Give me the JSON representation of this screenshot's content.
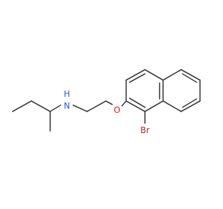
{
  "molecule": {
    "atoms": {
      "nitrogen": {
        "label": "N",
        "hydrogen": "H",
        "color": "#3050f8"
      },
      "oxygen": {
        "label": "O",
        "color": "#ff0d0d"
      },
      "bromine": {
        "label": "Br",
        "color": "#a62929"
      }
    }
  }
}
